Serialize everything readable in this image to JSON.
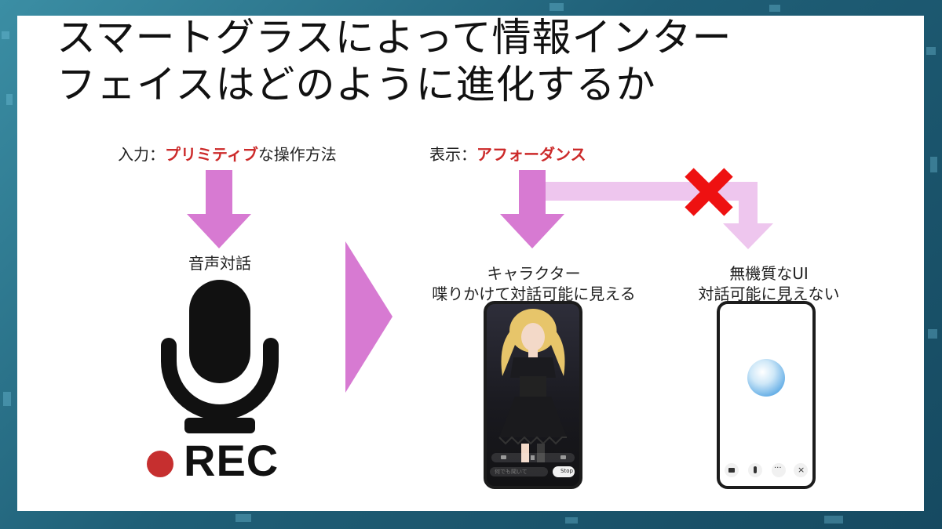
{
  "slide": {
    "title_line1": "スマートグラスによって情報インター",
    "title_line2": "フェイスはどのように進化するか"
  },
  "input_section": {
    "label_prefix": "入力：",
    "label_highlight": "プリミティブ",
    "label_suffix": "な操作方法",
    "caption": "音声対話",
    "rec_label": "REC"
  },
  "display_section": {
    "label_prefix": "表示：",
    "label_highlight": "アフォーダンス",
    "character_caption_line1": "キャラクター",
    "character_caption_line2": "喋りかけて対話可能に見える",
    "plain_ui_caption_line1": "無機質なUI",
    "plain_ui_caption_line2": "対話可能に見えない"
  },
  "phone_character": {
    "input_placeholder": "何でも聞いて",
    "stop_label": "Stop"
  },
  "colors": {
    "accent_red": "#cc2a2a",
    "arrow_magenta": "#d77ad2",
    "arrow_light": "#eec6ee",
    "cross_red": "#ee1111",
    "rec_dot": "#c62f2f"
  }
}
